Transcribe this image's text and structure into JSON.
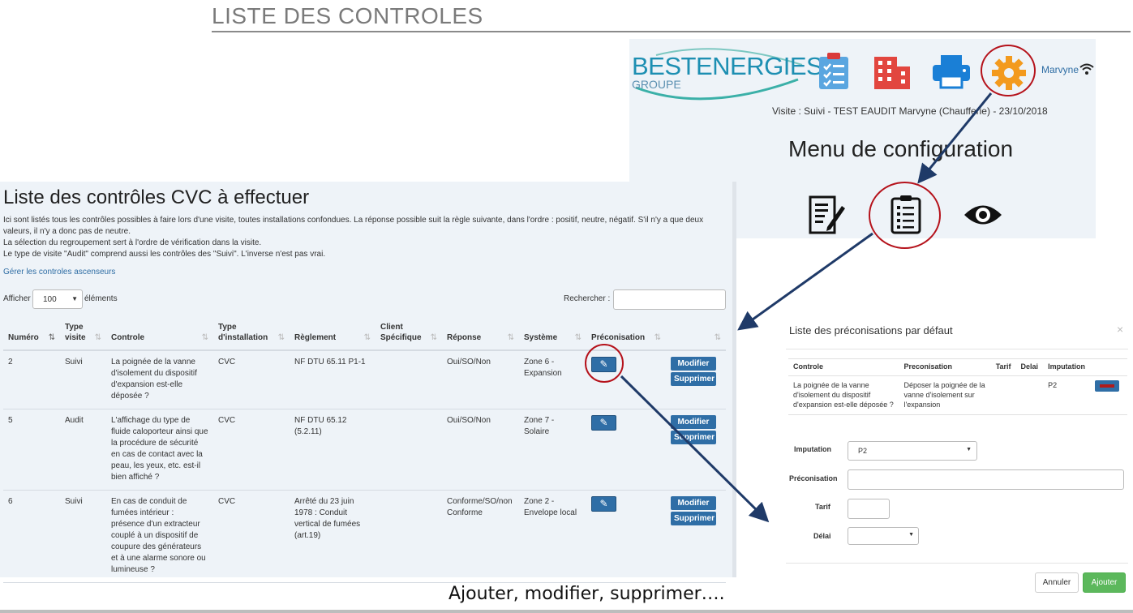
{
  "slide": {
    "title": "LISTE DES CONTROLES",
    "caption": "Ajouter, modifier, supprimer…."
  },
  "header": {
    "logo_best": "BESTENERGIES",
    "logo_groupe": "GROUPE",
    "username": "Marvyne",
    "visit_info": "Visite : Suivi - TEST EAUDIT Marvyne (Chaufferie) - 23/10/2018",
    "config_title": "Menu de configuration",
    "icons": [
      "clipboard-checklist-icon",
      "building-icon",
      "printer-icon",
      "gear-icon",
      "wifi-icon"
    ],
    "config_icons": [
      "edit-document-icon",
      "checklist-document-icon",
      "eye-icon"
    ]
  },
  "list": {
    "title": "Liste des contrôles CVC à effectuer",
    "intro_1": "Ici sont listés tous les contrôles possibles à faire lors d'une visite, toutes installations confondues. La réponse possible suit la règle suivante, dans l'ordre : positif, neutre, négatif. S'il n'y a que deux valeurs, il n'y a donc pas de neutre.",
    "intro_2": "La sélection du regroupement sert à l'ordre de vérification dans la visite.",
    "intro_3": "Le type de visite \"Audit\" comprend aussi les contrôles des \"Suivi\". L'inverse n'est pas vrai.",
    "manage_link": "Gérer les controles ascenseurs",
    "show_label": "Afficher",
    "show_value": "100",
    "elements_label": "éléments",
    "search_label": "Rechercher :",
    "columns": [
      "Numéro",
      "Type visite",
      "Controle",
      "Type d'installation",
      "Règlement",
      "Client Spécifique",
      "Réponse",
      "Système",
      "Préconisation",
      ""
    ],
    "rows": [
      {
        "numero": "2",
        "type_visite": "Suivi",
        "controle": "La poignée de la vanne d'isolement du dispositif d'expansion est-elle déposée ?",
        "installation": "CVC",
        "reglement": "NF DTU 65.11 P1-1",
        "client": "",
        "reponse": "Oui/SO/Non",
        "systeme": "Zone 6 - Expansion"
      },
      {
        "numero": "5",
        "type_visite": "Audit",
        "controle": "L'affichage du type de fluide caloporteur ainsi que la procédure de sécurité en cas de contact avec la peau, les yeux, etc. est-il bien affiché ?",
        "installation": "CVC",
        "reglement": "NF DTU 65.12 (5.2.11)",
        "client": "",
        "reponse": "Oui/SO/Non",
        "systeme": "Zone 7 - Solaire"
      },
      {
        "numero": "6",
        "type_visite": "Suivi",
        "controle": "En cas de conduit de fumées intérieur : présence d'un extracteur couplé à un dispositif de coupure des générateurs et à une alarme sonore ou lumineuse ?",
        "installation": "CVC",
        "reglement": "Arrêté du 23 juin 1978 : Conduit vertical de fumées (art.19)",
        "client": "",
        "reponse": "Conforme/SO/non Conforme",
        "systeme": "Zone 2 - Envelope local"
      }
    ],
    "modify_label": "Modifier",
    "delete_label": "Supprimer"
  },
  "modal": {
    "title": "Liste des préconisations par défaut",
    "close": "×",
    "columns": [
      "Controle",
      "Preconisation",
      "Tarif",
      "Delai",
      "Imputation"
    ],
    "row": {
      "controle": "La poignée de la vanne d'isolement du dispositif d'expansion est-elle déposée ?",
      "preconisation": "Déposer la poignée de la vanne d'isolement sur l'expansion",
      "tarif": "",
      "delai": "",
      "imputation": "P2"
    },
    "form": {
      "imputation_label": "Imputation",
      "imputation_value": "P2",
      "preconisation_label": "Préconisation",
      "tarif_label": "Tarif",
      "delai_label": "Délai"
    },
    "cancel_label": "Annuler",
    "add_label": "Ajouter"
  },
  "colors": {
    "accent_blue": "#2f6ea6",
    "success_green": "#5cb85c",
    "highlight_red": "#b5121b",
    "arrow_navy": "#1f3a68",
    "panel_bg": "#eef3f8"
  }
}
